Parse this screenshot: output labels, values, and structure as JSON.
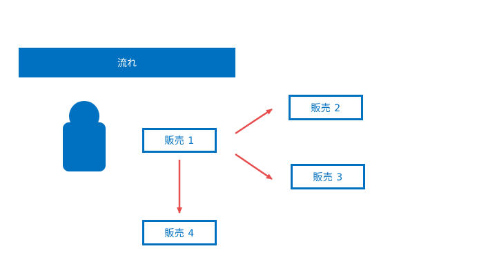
{
  "header": {
    "title": "流れ"
  },
  "nodes": {
    "sales1": "販売 1",
    "sales2": "販売 2",
    "sales3": "販売 3",
    "sales4": "販売 4"
  },
  "colors": {
    "primary": "#0070C0",
    "arrow": "#E84C4C",
    "background": "#FFFFFF"
  },
  "icons": {
    "person": "person-icon"
  }
}
